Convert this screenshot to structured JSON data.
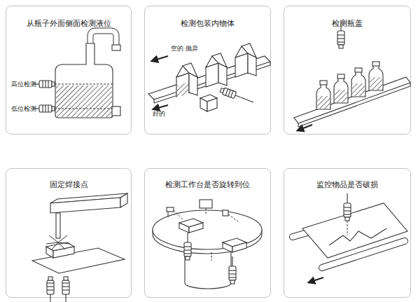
{
  "diagram": {
    "nodes": [
      {
        "text": [
          "从瓶子外面侧面检测液位"
        ]
      },
      {
        "text": [
          "检测包装内物体"
        ]
      },
      {
        "text": [
          "检测瓶盖"
        ]
      },
      {
        "text": [
          "固定焊接点"
        ]
      },
      {
        "text": [
          "检测工作台是否旋转到位"
        ]
      },
      {
        "text": [
          "监控物品是否破损"
        ]
      }
    ],
    "labels": [
      "高位检测",
      "低位检测",
      "空的 抛弃",
      "好的"
    ]
  }
}
